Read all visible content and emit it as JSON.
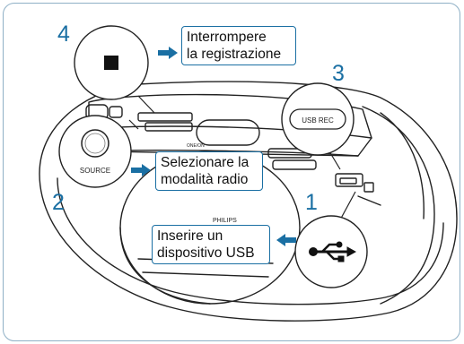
{
  "steps": [
    {
      "number": "1",
      "text_lines": [
        "Inserire un",
        "dispositivo USB"
      ]
    },
    {
      "number": "2",
      "text_lines": [
        "Selezionare la",
        "modalità radio"
      ]
    },
    {
      "number": "3",
      "button_label": "USB REC"
    },
    {
      "number": "4",
      "text_lines": [
        "Interrompere",
        "la registrazione"
      ]
    }
  ],
  "device": {
    "source_label": "SOURCE",
    "brand": "PHILIPS",
    "small_label": "ONE/ON"
  },
  "icons": {
    "stop": "stop-square-icon",
    "usb": "usb-symbol-icon",
    "arrow": "right-arrow-icon"
  },
  "colors": {
    "accent": "#1a6fa3",
    "frame_border": "#8fb0c6",
    "line": "#222222",
    "arrow_fill": "#1a6fa3"
  }
}
